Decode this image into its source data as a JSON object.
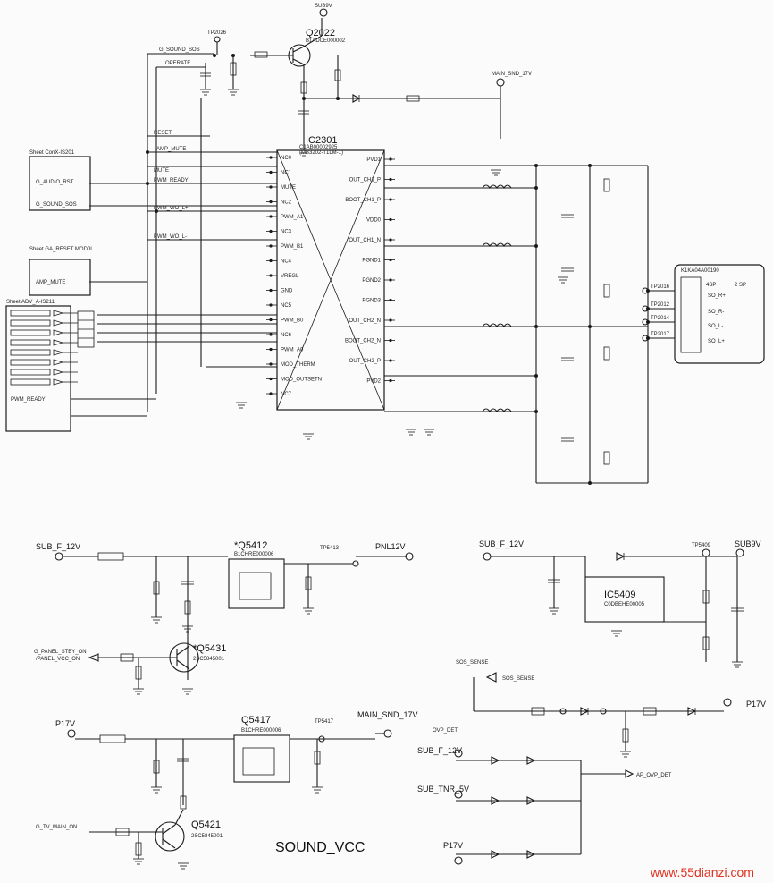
{
  "ic2301": {
    "name": "IC2301",
    "part1": "C1AB00002925",
    "part2": "(MB3202-T1LM-1)",
    "left_pins": [
      "NC0",
      "NC1",
      "MUTE",
      "NC2",
      "PWM_A1",
      "NC3",
      "PWM_B1",
      "NC4",
      "VREGL",
      "GND",
      "NC5",
      "PWM_B0",
      "NC6",
      "PWM_A0",
      "MOD_THERM",
      "MOD_OUTSETN",
      "NC7"
    ],
    "right_pins": [
      "PVD1",
      "OUT_CH1_P",
      "BOOT_CH1_P",
      "VDD0",
      "OUT_CH1_N",
      "PGND1",
      "PGND2",
      "PGND3",
      "OUT_CH2_N",
      "BOOT_CH2_N",
      "OUT_CH2_P",
      "PVD2"
    ]
  },
  "q2022": {
    "name": "Q2022",
    "part": "B1ADCE000002"
  },
  "top_labels": {
    "sub9v": "SUB9V",
    "tp2026": "TP2026",
    "main_snd": "MAIN_SND_17V",
    "g_sound_sos": "G_SOUND_SOS",
    "operate": "OPERATE",
    "reset": "RESET",
    "amp_mute": "AMP_MUTE",
    "mute": "MUTE",
    "pwm_ready": "PWM_READY",
    "pwm_wo_l_plus": "PWM_WO_L+",
    "pwm_wo_l_minus": "PWM_WO_L-",
    "amp_mute2": "AMP_MUTE",
    "g_audio_rst": "G_AUDIO_RST",
    "g_sound_sos2": "G_SOUND_SOS",
    "pwm_ready2": "PWM_READY",
    "sheet1": "Sheet ConX-IS201",
    "sheet2": "Sheet GA_RESET MOD0L",
    "sheet3": "Sheet ADV_A-IS211"
  },
  "bottom_blocks": {
    "title": "SOUND_VCC",
    "sub_f_12v": "SUB_F_12V",
    "pnl12v": "PNL12V",
    "q5412": "*Q5412",
    "q5412_part": "B1CHRE000006",
    "tp5413": "TP5413",
    "q5431": "*Q5431",
    "q5431_part": "2SC5845001",
    "g_panel": "G_PANEL_STBY_ON",
    "panel_vcc": "/PANEL_VCC_ON",
    "p17v": "P17V",
    "main_snd_17v": "MAIN_SND_17V",
    "q5417": "Q5417",
    "q5417_part": "B1CHRE000006",
    "tp5417": "TP5417",
    "q5421": "Q5421",
    "q5421_part": "2SC5845001",
    "g_tv_main_on": "G_TV_MAIN_ON",
    "ic5409": "IC5409",
    "ic5409_part": "C0DBEHE00005",
    "sub9v": "SUB9V",
    "tp5409": "TP5409",
    "sos_sense": "SOS_SENSE",
    "sos_sense2": "SOS_SENSE",
    "ovp_det": "OVP_DET",
    "ap_ovp_det": "AP_OVP_DET",
    "sub_tnr_5v": "SUB_TNR_5V",
    "p17v_2": "P17V",
    "p17v_3": "P17V",
    "sub_f_12v_2": "SUB_F_12V",
    "sub_f_12v_3": "SUB_F_12V"
  },
  "connector": {
    "title": "K1KA04A00190",
    "cols": [
      "4SP",
      "2 SP"
    ],
    "pins": [
      "SO_R+",
      "SO_R-",
      "SO_L-",
      "SO_L+"
    ],
    "tps": [
      "TP2016",
      "TP2012",
      "TP2014",
      "TP2017"
    ]
  },
  "watermark": "www.55dianzi.com"
}
